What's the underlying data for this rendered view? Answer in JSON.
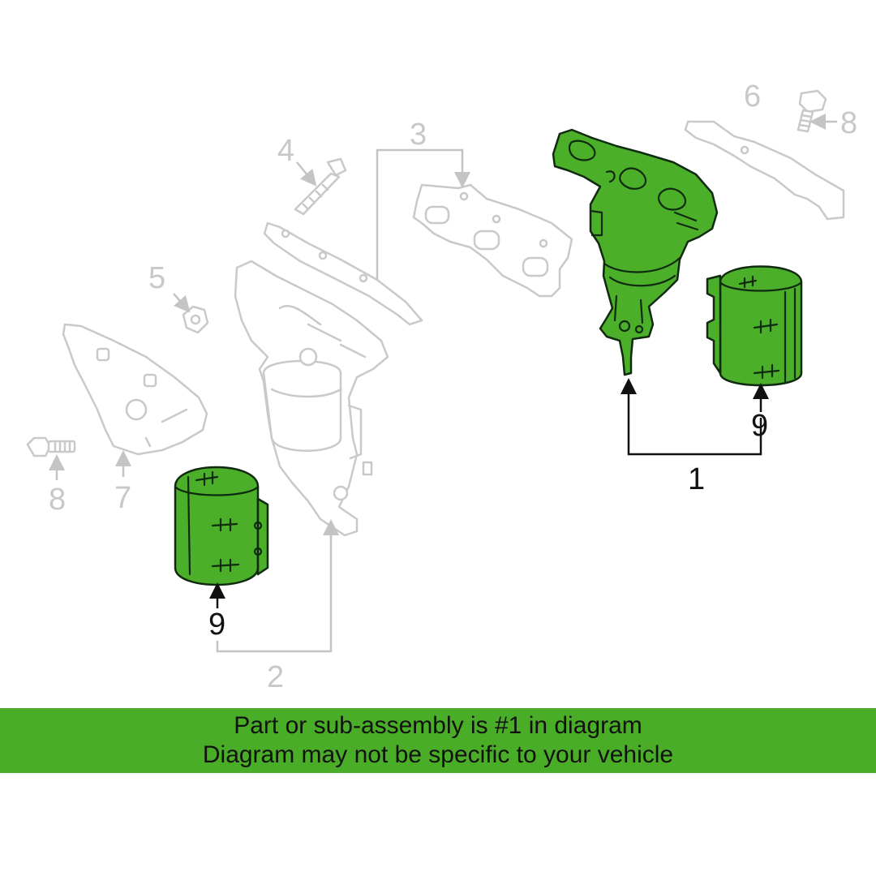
{
  "colors": {
    "highlight": "#4caf2a",
    "banner": "#4aad27",
    "ghost_stroke": "#c9c9c9",
    "dark_stroke": "#0f2a0f"
  },
  "callouts": {
    "n1": "1",
    "n2": "2",
    "n3": "3",
    "n4": "4",
    "n5": "5",
    "n6": "6",
    "n7": "7",
    "n8_left": "8",
    "n8_right": "8",
    "n9_left": "9",
    "n9_right": "9"
  },
  "banner": {
    "line1": "Part or sub-assembly is #1 in diagram",
    "line2": "Diagram may not be specific to your vehicle"
  }
}
